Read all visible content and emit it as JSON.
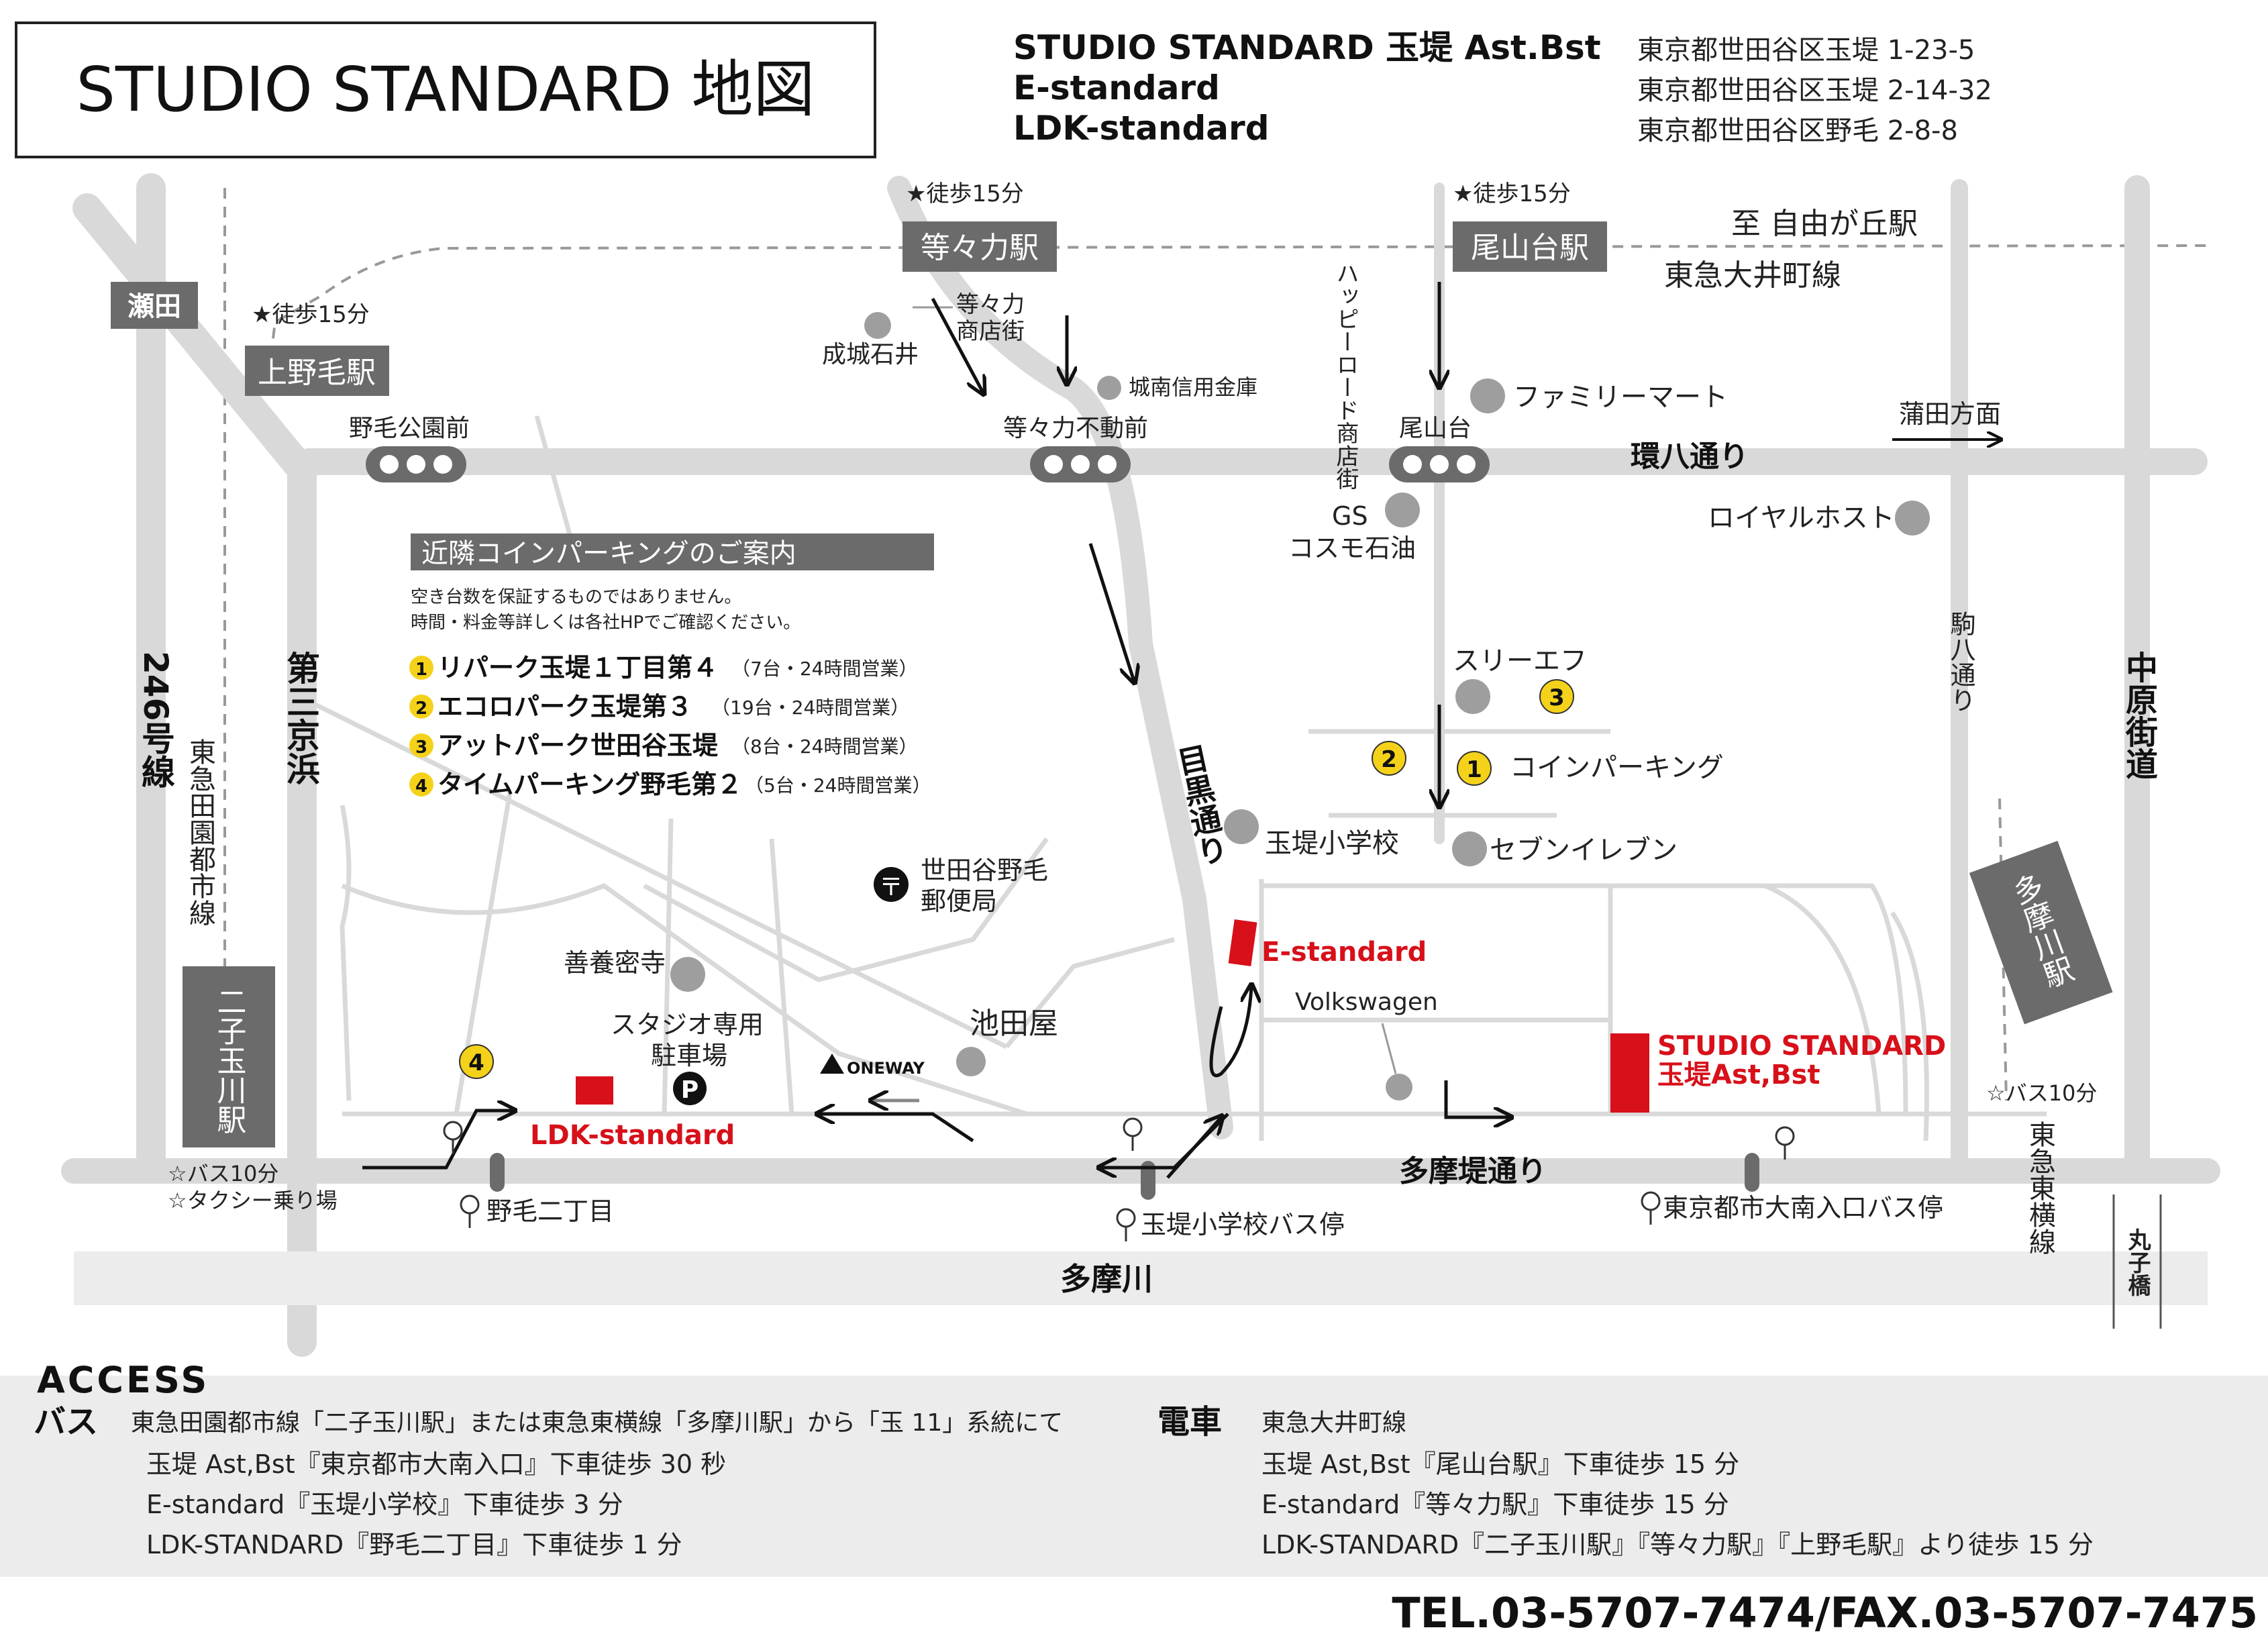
{
  "title": "STUDIO STANDARD 地図",
  "stores": [
    {
      "name": "STUDIO STANDARD 玉堤 Ast.Bst",
      "address": "東京都世田谷区玉堤 1-23-5"
    },
    {
      "name": "E-standard",
      "address": "東京都世田谷区玉堤 2-14-32"
    },
    {
      "name": "LDK-standard",
      "address": "東京都世田谷区野毛 2-8-8"
    }
  ],
  "stations": {
    "todoroki": {
      "name": "等々力駅",
      "walk": "★徒歩15分"
    },
    "oyamadai": {
      "name": "尾山台駅",
      "walk": "★徒歩15分"
    },
    "kaminoge": {
      "name": "上野毛駅",
      "walk": "★徒歩15分"
    },
    "seta": {
      "name": "瀬田"
    },
    "futakotamagawa": {
      "name": "二子玉川駅",
      "note1": "☆バス10分",
      "note2": "☆タクシー乗り場"
    },
    "tamagawa": {
      "name": "多摩川駅",
      "note": "☆バス10分"
    }
  },
  "rail": {
    "jiyugaoka": "至 自由が丘駅",
    "oimachi": "東急大井町線",
    "denentoshi": "東急田園都市線",
    "toyoko": "東急東横線",
    "maruko": "丸子橋"
  },
  "roads": {
    "kanpachi": "環八通り",
    "meguro": "目黒通り",
    "tamazutsumi": "多摩堤通り",
    "tamagawa_river": "多摩川",
    "r246": "246号線",
    "daisan": "第三京浜",
    "komahachi": "駒八通り",
    "nakahara": "中原街道",
    "kamata": "蒲田方面"
  },
  "intersections": {
    "nogepark": "野毛公園前",
    "fudomae": "等々力不動前",
    "oyamadai": "尾山台"
  },
  "landmarks": {
    "seijo": "成城石井",
    "todoroki_shotengai": "等々力\n商店街",
    "jonan": "城南信用金庫",
    "happy_road": "ハッピーロード商店街",
    "familymart": "ファミリーマート",
    "gs": "GS",
    "cosmo": "コスモ石油",
    "royal": "ロイヤルホスト",
    "threef": "スリーエフ",
    "coinparking": "コインパーキング",
    "school": "玉堤小学校",
    "seven": "セブンイレブン",
    "postoffice": "世田谷野毛\n郵便局",
    "zenyomitsuji": "善養密寺",
    "studio_parking": "スタジオ専用\n駐車場",
    "ikedaya": "池田屋",
    "oneway": "ONEWAY",
    "volkswagen": "Volkswagen"
  },
  "map_labels": {
    "estandard": "E-standard",
    "studio1": "STUDIO STANDARD",
    "studio2": "玉堤Ast,Bst",
    "ldk": "LDK-standard"
  },
  "bus_stops": {
    "noge2": "野毛二丁目",
    "school_stop": "玉堤小学校バス停",
    "daiminami": "東京都市大南入口バス停"
  },
  "parking": {
    "heading": "近隣コインパーキングのご案内",
    "note1": "空き台数を保証するものではありません。",
    "note2": "時間・料金等詳しくは各社HPでご確認ください。",
    "items": [
      {
        "num": "1",
        "name": "リパーク玉堤１丁目第４",
        "detail": "（7台・24時間営業）"
      },
      {
        "num": "2",
        "name": "エコロパーク玉堤第３",
        "detail": "（19台・24時間営業）"
      },
      {
        "num": "3",
        "name": "アットパーク世田谷玉堤",
        "detail": "（8台・24時間営業）"
      },
      {
        "num": "4",
        "name": "タイムパーキング野毛第２",
        "detail": "（5台・24時間営業）"
      }
    ]
  },
  "access": {
    "heading": "ACCESS",
    "bus_label": "バス",
    "bus_lines": [
      "東急田園都市線「二子玉川駅」または東急東横線「多摩川駅」から「玉 11」系統にて",
      "玉堤 Ast,Bst『東京都市大南入口』下車徒歩 30 秒",
      "E-standard『玉堤小学校』下車徒歩 3 分",
      "LDK-STANDARD『野毛二丁目』下車徒歩 1 分"
    ],
    "train_label": "電車",
    "train_lines": [
      "東急大井町線",
      "玉堤 Ast,Bst『尾山台駅』下車徒歩 15 分",
      "E-standard『等々力駅』下車徒歩 15 分",
      "LDK-STANDARD『二子玉川駅』『等々力駅』『上野毛駅』より徒歩 15 分"
    ]
  },
  "contact": "TEL.03-5707-7474/FAX.03-5707-7475",
  "colors": {
    "red": "#d7101a",
    "road": "#d9d9d9",
    "label_box": "#6b6b6b",
    "yellow": "#f5d21a",
    "poi": "#9e9e9e"
  }
}
